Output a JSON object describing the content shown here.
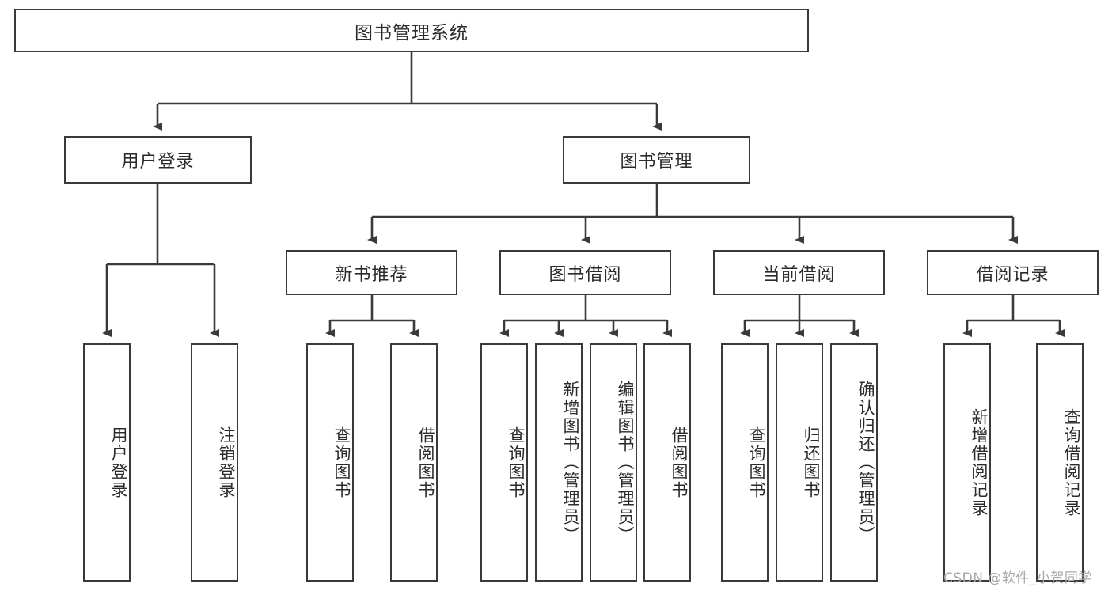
{
  "diagram": {
    "title": "图书管理系统",
    "watermark": "CSDN @软件_小贺同学",
    "line_color": "#3a3a3a",
    "text_color": "#2b2b2b",
    "background": "#ffffff",
    "root": {
      "label": "图书管理系统"
    },
    "level2": [
      {
        "label": "用户登录"
      },
      {
        "label": "图书管理"
      }
    ],
    "level3": [
      {
        "label": "新书推荐"
      },
      {
        "label": "图书借阅"
      },
      {
        "label": "当前借阅"
      },
      {
        "label": "借阅记录"
      }
    ],
    "leaves": [
      {
        "label": "用户登录"
      },
      {
        "label": "注销登录"
      },
      {
        "label": "查询图书"
      },
      {
        "label": "借阅图书"
      },
      {
        "label": "查询图书"
      },
      {
        "label": "新增图书（管理员）"
      },
      {
        "label": "编辑图书（管理员）"
      },
      {
        "label": "借阅图书"
      },
      {
        "label": "查询图书"
      },
      {
        "label": "归还图书"
      },
      {
        "label": "确认归还（管理员）"
      },
      {
        "label": "新增借阅记录"
      },
      {
        "label": "查询借阅记录"
      }
    ]
  }
}
